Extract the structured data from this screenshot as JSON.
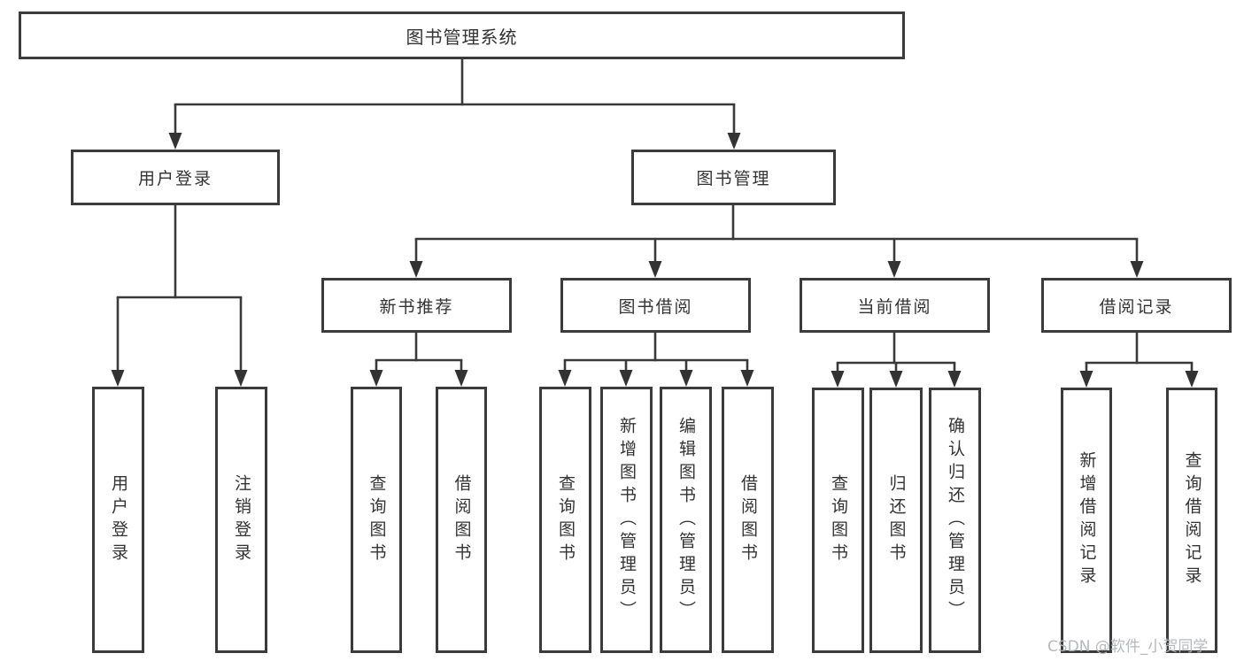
{
  "nodes": {
    "root": {
      "label": "图书管理系统"
    },
    "level2": [
      {
        "label": "用户登录"
      },
      {
        "label": "图书管理"
      }
    ],
    "level3": [
      {
        "label": "新书推荐"
      },
      {
        "label": "图书借阅"
      },
      {
        "label": "当前借阅"
      },
      {
        "label": "借阅记录"
      }
    ],
    "leafGroups": [
      {
        "parent": "用户登录",
        "leaves": [
          "用户登录",
          "注销登录"
        ]
      },
      {
        "parent": "新书推荐",
        "leaves": [
          "查询图书",
          "借阅图书"
        ]
      },
      {
        "parent": "图书借阅",
        "leaves": [
          "查询图书",
          "新增图书（管理员）",
          "编辑图书（管理员）",
          "借阅图书"
        ]
      },
      {
        "parent": "当前借阅",
        "leaves": [
          "查询图书",
          "归还图书",
          "确认归还（管理员）"
        ]
      },
      {
        "parent": "借阅记录",
        "leaves": [
          "新增借阅记录",
          "查询借阅记录"
        ]
      }
    ]
  },
  "watermark": "CSDN @软件_小贺同学",
  "colors": {
    "line": "#3a3a3a",
    "box_border": "#3b3b3b",
    "text": "#333333",
    "box_background": "#ffffff",
    "watermark": "#b2b4b7"
  }
}
